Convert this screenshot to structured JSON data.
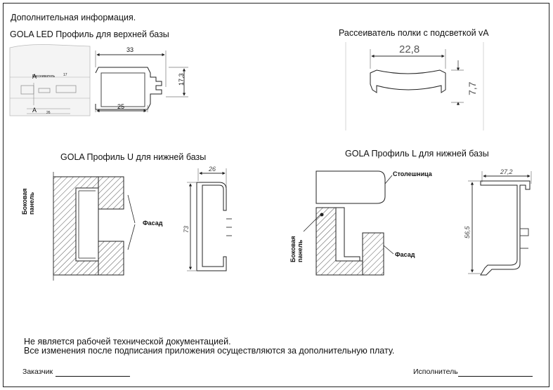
{
  "header": {
    "additional_info": "Дополнительная информация."
  },
  "sections": {
    "gola_led_top": {
      "title": "GOLA LED Профиль для верхней базы",
      "dim_width_top": "33",
      "dim_width_bottom": "25",
      "dim_height": "17,3",
      "inset_label_diffuser": "Рассеиватель",
      "inset_label_a_top": "A",
      "inset_label_a_bottom": "A",
      "inset_label_17": "17",
      "inset_label_26": "26"
    },
    "diffuser": {
      "title": "Рассеиватель полки с подсветкой vA",
      "dim_width": "22,8",
      "dim_height": "7,7"
    },
    "gola_u_bottom": {
      "title": "GOLA Профиль U для нижней базы",
      "label_side_panel": "Боковая панель",
      "label_facade": "Фасад",
      "dim_width": "26",
      "dim_height": "73"
    },
    "gola_l_bottom": {
      "title": "GOLA Профиль L для нижней базы",
      "label_countertop": "Столешница",
      "label_side_panel": "Боковая панель",
      "label_facade": "Фасад",
      "dim_width": "27,2",
      "dim_height": "56,5"
    }
  },
  "footer": {
    "note_line1": "Не является рабочей технической документацией.",
    "note_line2": "Все изменения после подписания приложения осуществляются за дополнительную плату.",
    "customer_label": "Заказчик",
    "contractor_label": "Исполнитель"
  }
}
